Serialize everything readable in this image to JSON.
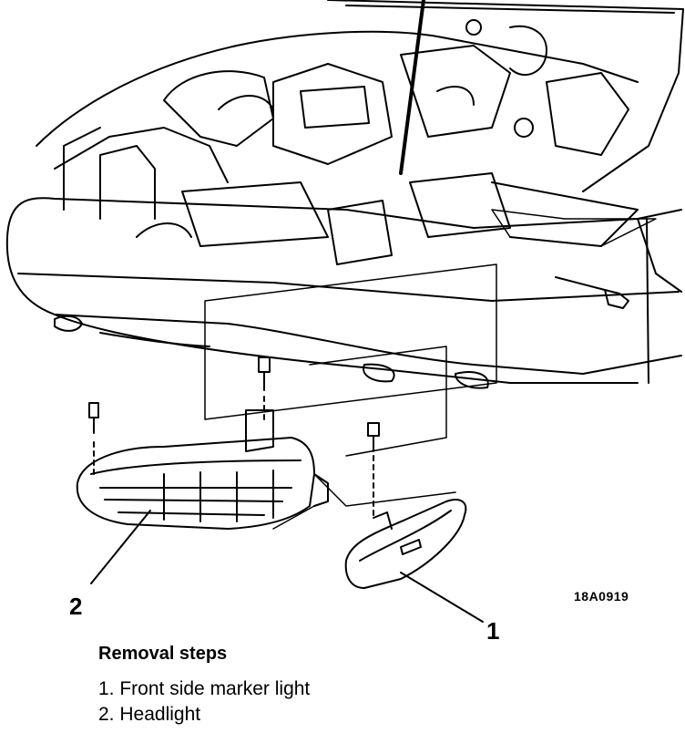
{
  "figure_code": "18A0919",
  "callouts": {
    "one": "1",
    "two": "2"
  },
  "removal": {
    "title": "Removal steps",
    "steps": [
      {
        "num": "1.",
        "label": "Front side marker light"
      },
      {
        "num": "2.",
        "label": "Headlight"
      }
    ]
  }
}
